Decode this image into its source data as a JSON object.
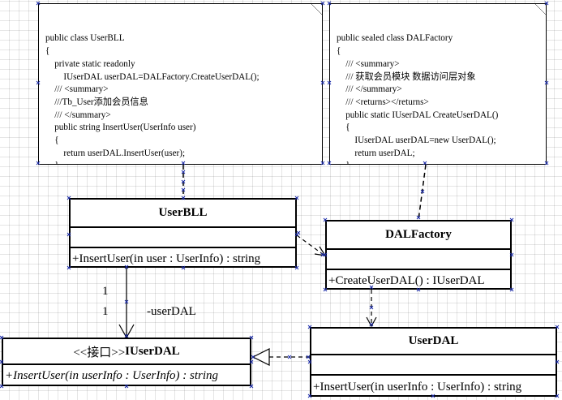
{
  "notes": {
    "userbll_code": [
      "public class UserBLL",
      "{",
      "    private static readonly",
      "        IUserDAL userDAL=DALFactory.CreateUserDAL();",
      "    /// <summary>",
      "    ///Tb_User添加会员信息",
      "    /// </summary>",
      "    public string InsertUser(UserInfo user)",
      "    {",
      "        return userDAL.InsertUser(user);",
      "    }",
      "}"
    ],
    "dalfactory_code": [
      "public sealed class DALFactory",
      "{",
      "    /// <summary>",
      "    /// 获取会员模块 数据访问层对象",
      "    /// </summary>",
      "    /// <returns></returns>",
      "    public static IUserDAL CreateUserDAL()",
      "    {",
      "        IUserDAL userDAL=new UserDAL();",
      "        return userDAL;",
      "    }",
      "}"
    ]
  },
  "classes": {
    "userbll": {
      "name": "UserBLL",
      "operation": "+InsertUser(in user : UserInfo) : string"
    },
    "dalfactory": {
      "name": "DALFactory",
      "operation": "+CreateUserDAL() : IUserDAL"
    },
    "iuserdal": {
      "stereotype": "<<接口>>",
      "name": "IUserDAL",
      "operation": "+InsertUser(in userInfo : UserInfo) : string"
    },
    "userdal": {
      "name": "UserDAL",
      "operation": "+InsertUser(in userInfo : UserInfo) : string"
    }
  },
  "association": {
    "mult_source": "1",
    "mult_target": "1",
    "role": "-userDAL"
  }
}
